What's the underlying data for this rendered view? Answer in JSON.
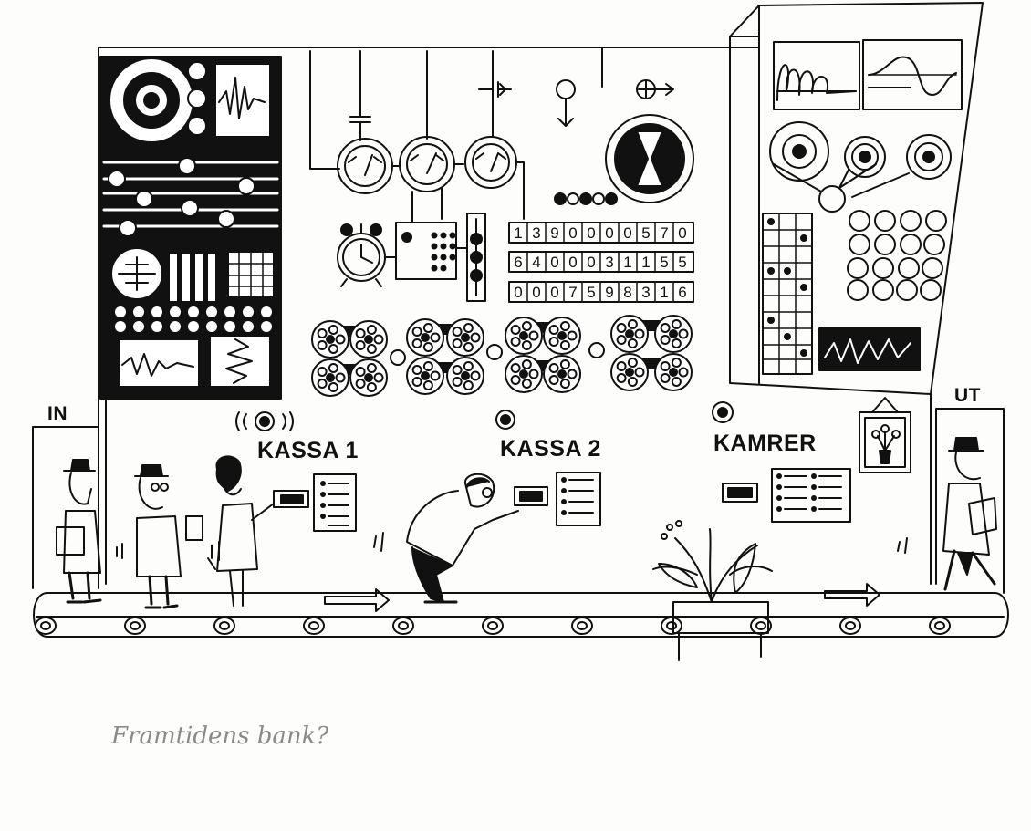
{
  "labels": {
    "entrance": "IN",
    "exit": "UT",
    "counter_1": "KASSA 1",
    "counter_2": "KASSA 2",
    "cashier": "KAMRER"
  },
  "counters": [
    [
      "1",
      "3",
      "9",
      "0",
      "0",
      "0",
      "0",
      "5",
      "7",
      "0"
    ],
    [
      "6",
      "4",
      "0",
      "0",
      "0",
      "3",
      "1",
      "1",
      "5",
      "5"
    ],
    [
      "0",
      "0",
      "0",
      "7",
      "5",
      "9",
      "8",
      "3",
      "1",
      "6"
    ]
  ],
  "caption": "Framtidens bank?",
  "colors": {
    "ink": "#111111",
    "paper": "#fdfdfb",
    "pencil": "#8a8a8a"
  }
}
